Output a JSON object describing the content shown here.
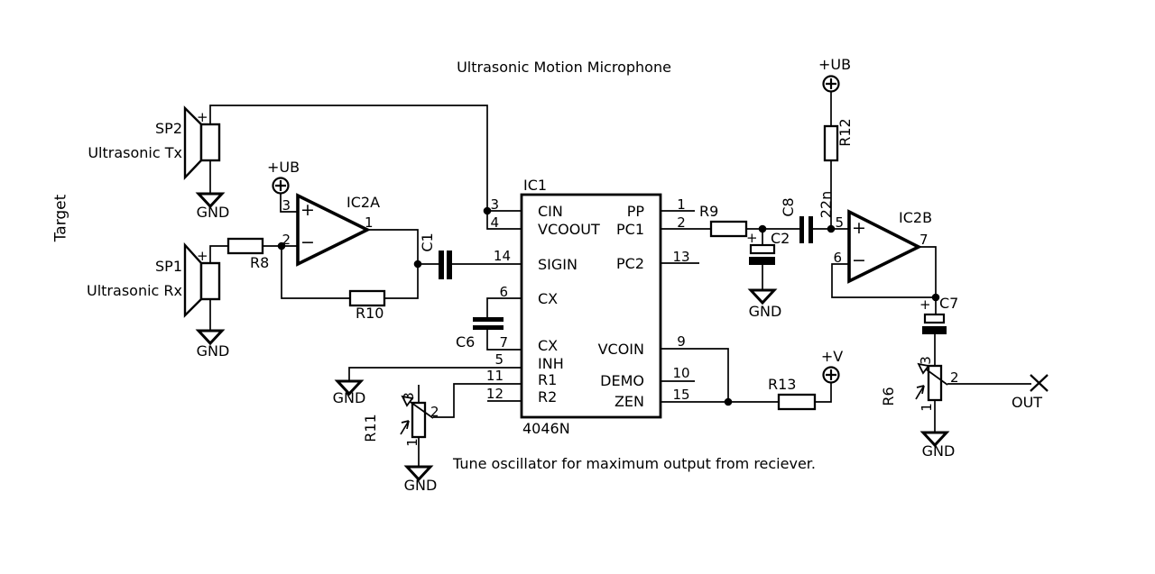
{
  "title": "Ultrasonic Motion Microphone",
  "note": "Tune oscillator for maximum output from reciever.",
  "side_label": "Target",
  "transducers": {
    "sp2": {
      "ref": "SP2",
      "desc": "Ultrasonic Tx",
      "plus": "+",
      "gnd": "GND"
    },
    "sp1": {
      "ref": "SP1",
      "desc": "Ultrasonic Rx",
      "plus": "+",
      "gnd": "GND"
    }
  },
  "opamps": {
    "ic2a": {
      "ref": "IC2A",
      "pin_in_plus": "3",
      "pin_in_minus": "2",
      "pin_out": "1",
      "plus_sign": "+",
      "minus_sign": "−"
    },
    "ic2b": {
      "ref": "IC2B",
      "pin_in_plus": "5",
      "pin_in_minus": "6",
      "pin_out": "7",
      "plus_sign": "+",
      "minus_sign": "−"
    }
  },
  "ic1": {
    "ref": "IC1",
    "part": "4046N",
    "left_pins": [
      {
        "num": "3",
        "name": "CIN"
      },
      {
        "num": "4",
        "name": "VCOOUT"
      },
      {
        "num": "14",
        "name": "SIGIN"
      },
      {
        "num": "6",
        "name": "CX"
      },
      {
        "num": "7",
        "name": "CX"
      },
      {
        "num": "5",
        "name": "INH"
      },
      {
        "num": "11",
        "name": "R1"
      },
      {
        "num": "12",
        "name": "R2"
      }
    ],
    "right_pins": [
      {
        "num": "1",
        "name": "PP"
      },
      {
        "num": "2",
        "name": "PC1"
      },
      {
        "num": "13",
        "name": "PC2"
      },
      {
        "num": "9",
        "name": "VCOIN"
      },
      {
        "num": "10",
        "name": "DEMO"
      },
      {
        "num": "15",
        "name": "ZEN"
      }
    ]
  },
  "resistors": {
    "r8": "R8",
    "r9": "R9",
    "r10": "R10",
    "r12": "R12",
    "r13": "R13"
  },
  "potentiometers": {
    "r11": {
      "ref": "R11",
      "pin_top": "3",
      "pin_wiper": "2",
      "pin_bottom": "1",
      "gnd": "GND"
    },
    "r6": {
      "ref": "R6",
      "pin_top": "3",
      "pin_wiper": "2",
      "pin_bottom": "1",
      "gnd": "GND"
    }
  },
  "capacitors": {
    "c1": "C1",
    "c6": "C6",
    "c8": "C8",
    "c8_value": "22n",
    "c2": {
      "ref": "C2",
      "plus": "+",
      "gnd": "GND"
    },
    "c7": {
      "ref": "C7",
      "plus": "+"
    }
  },
  "supplies": {
    "ub_ic2a": "+UB",
    "ub_r12": "+UB",
    "v_r13": "+V"
  },
  "grounds": {
    "inh": "GND"
  },
  "output": {
    "label": "OUT"
  }
}
